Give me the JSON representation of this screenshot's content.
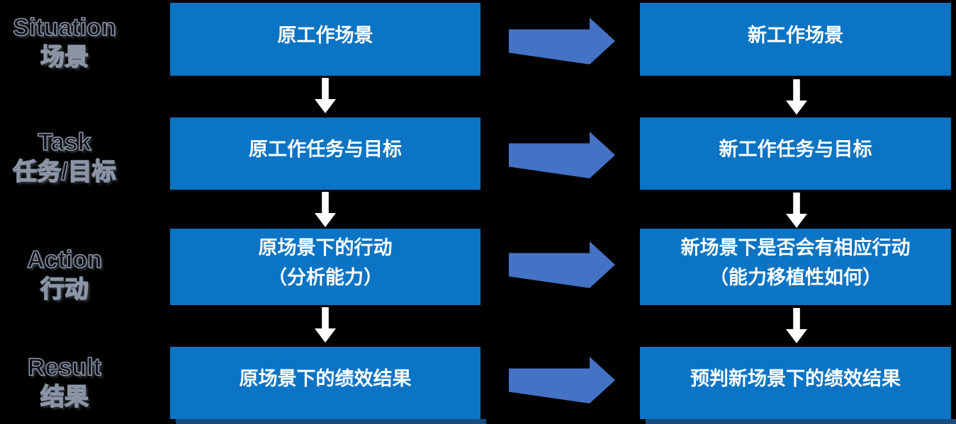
{
  "diagram": {
    "type": "flow-comparison",
    "framework": "STAR",
    "columns": {
      "left": "原(old) scenario",
      "right": "新(new) scenario"
    }
  },
  "colors": {
    "background": "#000000",
    "box_blue": "#0b74c4",
    "arrow_blue": "#4472c4",
    "arrow_white": "#ffffff",
    "box_text": "#ffffff",
    "label_fill": "#0b0b12",
    "label_outline": "#8b95a6",
    "shadow_blue": "#1b4a7e"
  },
  "rows": [
    {
      "label": {
        "en": "Situation",
        "zh": "场景"
      },
      "left_box": {
        "lines": [
          "原工作场景"
        ]
      },
      "right_box": {
        "lines": [
          "新工作场景"
        ]
      }
    },
    {
      "label": {
        "en": "Task",
        "zh": "任务/目标"
      },
      "left_box": {
        "lines": [
          "原工作任务与目标"
        ]
      },
      "right_box": {
        "lines": [
          "新工作任务与目标"
        ]
      }
    },
    {
      "label": {
        "en": "Action",
        "zh": "行动"
      },
      "left_box": {
        "lines": [
          "原场景下的行动",
          "（分析能力）"
        ]
      },
      "right_box": {
        "lines": [
          "新场景下是否会有相应行动",
          "（能力移植性如何）"
        ]
      }
    },
    {
      "label": {
        "en": "Result",
        "zh": "结果"
      },
      "left_box": {
        "lines": [
          "原场景下的绩效结果"
        ]
      },
      "right_box": {
        "lines": [
          "预判新场景下的绩效结果"
        ]
      }
    }
  ],
  "icons": {
    "right_arrow": "right-arrow",
    "down_arrow": "down-arrow"
  }
}
